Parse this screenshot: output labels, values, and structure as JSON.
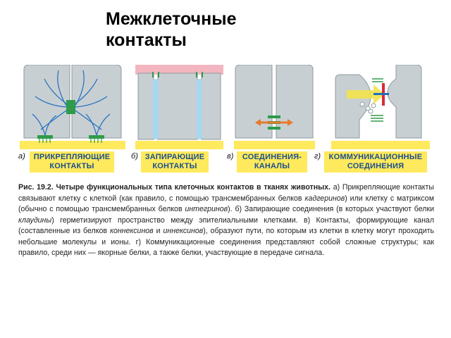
{
  "title": "Межклеточные контакты",
  "panels": [
    {
      "letter": "а)",
      "label": "ПРИКРЕПЛЯЮЩИЕ КОНТАКТЫ"
    },
    {
      "letter": "б)",
      "label": "ЗАПИРАЮЩИЕ КОНТАКТЫ"
    },
    {
      "letter": "в)",
      "label": "СОЕДИНЕНИЯ-КАНАЛЫ"
    },
    {
      "letter": "г)",
      "label": "КОММУНИКАЦИОННЫЕ СОЕДИНЕНИЯ"
    }
  ],
  "caption": {
    "fig_title": "Рис. 19.2. Четыре функциональных типа клеточных контактов в тканях животных.",
    "p1": "а) Прикрепляющие контакты связывают клетку с клеткой (как правило, с помощью трансмембранных белков",
    "t1": "кадгеринов",
    "p2": ") или клетку с матриксом (обычно с помощью трансмембранных белков",
    "t2": "интегринов",
    "p3": "). б) Запирающие соединения (в которых участвуют белки",
    "t3": "клаудины",
    "p4": ") герметизируют пространство между эпителиальными клетками. в) Контакты, формирующие канал (составленные из белков",
    "t4": "коннексинов",
    "p5": "и",
    "t5": "иннексинов",
    "p6": "), образуют пути, по которым из клетки в клетку могут проходить небольшие молекулы и ионы. г) Коммуникационные соединения представляют собой сложные структуры; как правило, среди них — якорные белки, а также белки, участвующие в передаче сигнала."
  },
  "colors": {
    "cell_fill": "#c8cfd2",
    "cell_stroke": "#8f9aa0",
    "label_bg": "#ffe95c",
    "label_text": "#1a4f8c",
    "junction_green": "#2e9b4a",
    "filament_blue": "#1f6fc0",
    "tight_blue": "#a9d7ef",
    "pink_lumen": "#f3b6c0",
    "arrow_orange": "#e8792a",
    "signal_red": "#d72b3a",
    "signal_yellow": "#f3e24a"
  }
}
